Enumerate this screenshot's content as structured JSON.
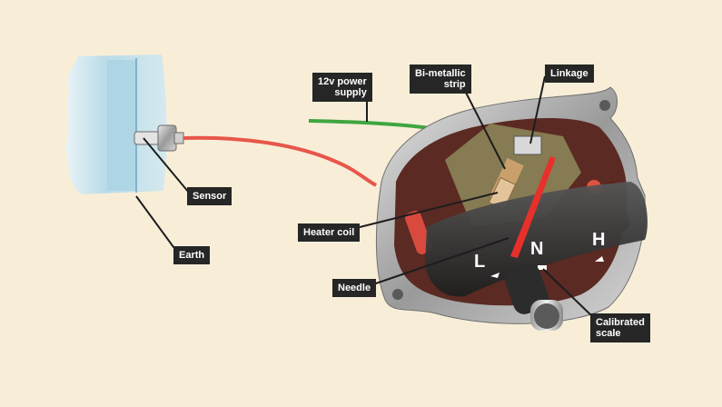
{
  "labels": {
    "power_supply": "12v power\nsupply",
    "bimetallic_strip": "Bi-metallic\nstrip",
    "linkage": "Linkage",
    "sensor": "Sensor",
    "heater_coil": "Heater coil",
    "earth": "Earth",
    "needle": "Needle",
    "calibrated_scale": "Calibrated\nscale"
  },
  "scale_marks": {
    "low": "L",
    "normal": "N",
    "high": "H"
  },
  "colors": {
    "background": "#f8eed8",
    "label_bg": "#262626",
    "needle": "#e8302a",
    "wire_red": "#e8564a",
    "wire_green": "#3fa640",
    "sensor_block": "#b9dbe8"
  }
}
